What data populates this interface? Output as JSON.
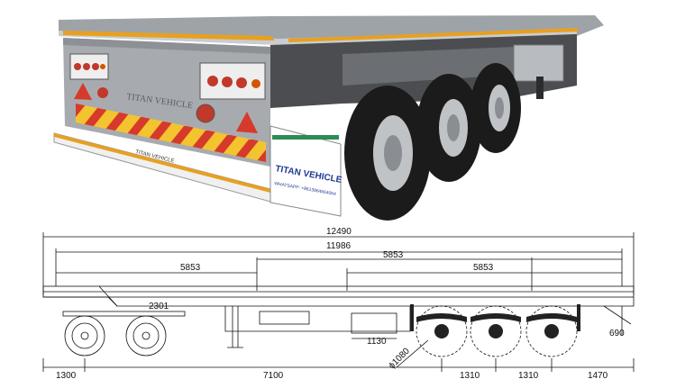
{
  "photo": {
    "plate": {
      "brand": "TITAN VEHICLE",
      "contact": "WHATSAPP: +8613964664064"
    },
    "rear_embossed_text": "TITAN VEHICLE",
    "bumper_text": "TITAN VEHICLE"
  },
  "drawing": {
    "overall_length": "12490",
    "deck_length": "11986",
    "segment_left": "5853",
    "segment_mid": "5853",
    "segment_right": "5853",
    "small_dim": "2301",
    "bottom_left": "1300",
    "bottom_kingpin_to_axle": "7100",
    "bottom_axle_spacing_1": "1310",
    "bottom_axle_spacing_2": "1310",
    "bottom_rear_overhang": "1470",
    "wheel_diameter": "ϕ1080",
    "frame_height": "690",
    "tank_width": "1130"
  }
}
